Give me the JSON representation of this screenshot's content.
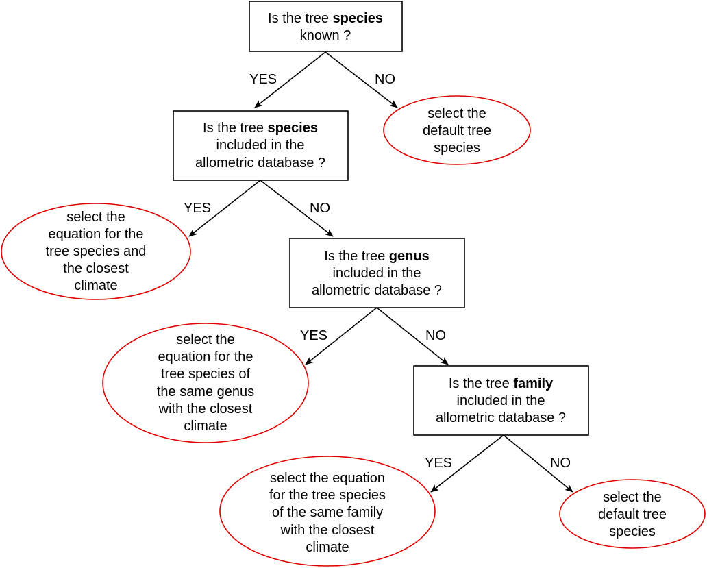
{
  "questions": {
    "q1": {
      "pre": "Is the tree ",
      "keyword": "species",
      "line2": "known ?"
    },
    "q2": {
      "pre": "Is the tree ",
      "keyword": "species",
      "line2": "included in the",
      "line3": "allometric database ?"
    },
    "q3": {
      "pre": "Is the tree ",
      "keyword": "genus",
      "line2": "included in the",
      "line3": "allometric database ?"
    },
    "q4": {
      "pre": "Is the tree ",
      "keyword": "family",
      "line2": "included in the",
      "line3": "allometric database ?"
    }
  },
  "outcomes": {
    "o1": [
      "select the",
      "default tree",
      "species"
    ],
    "o2": [
      "select the",
      "equation for the",
      "tree species and",
      "the closest",
      "climate"
    ],
    "o3": [
      "select the",
      "equation for the",
      "tree species of",
      "the same genus",
      "with the closest",
      "climate"
    ],
    "o4": [
      "select the equation",
      "for the tree species",
      "of the same family",
      "with the closest",
      "climate"
    ],
    "o5": [
      "select the",
      "default tree",
      "species"
    ]
  },
  "edges": {
    "yes": "YES",
    "no": "NO"
  },
  "colors": {
    "question_border": "#000000",
    "outcome_border": "#e00000"
  }
}
